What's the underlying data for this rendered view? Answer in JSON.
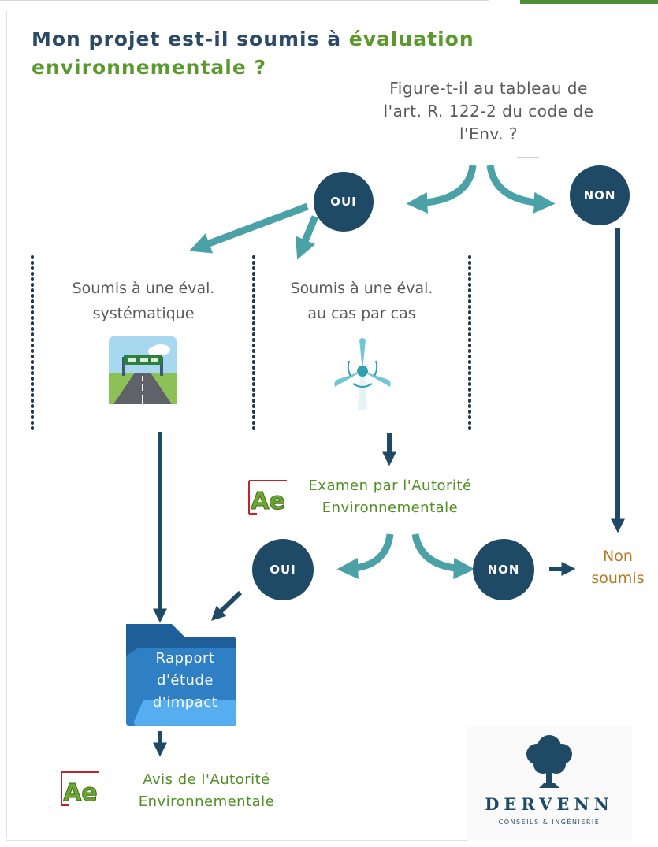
{
  "title_part1": "Mon projet est-il soumis à",
  "title_accent": "évaluation",
  "title_line2": "environnementale ?",
  "question_line1": "Figure-t-il au tableau de",
  "question_line2": "l'art. R. 122-2 du code de",
  "question_line3": "l'Env. ?",
  "oui_top": "OUI",
  "non_top": "NON",
  "systematic_line1": "Soumis à une éval.",
  "systematic_line2": "systématique",
  "casparcas_line1": "Soumis à une éval.",
  "casparcas_line2": "au cas par cas",
  "exam_line1": "Examen par l'Autorité",
  "exam_line2": "Environnementale",
  "oui_bottom": "OUI",
  "non_bottom": "NON",
  "nonsoumis_line1": "Non",
  "nonsoumis_line2": "soumis",
  "report_line1": "Rapport",
  "report_line2": "d'étude",
  "report_line3": "d'impact",
  "avis_line1": "Avis de l'Autorité",
  "avis_line2": "Environnementale",
  "logo_name": "DERVENN",
  "logo_tagline": "CONSEILS & INGÉNIERIE",
  "ae_logo_text": "Ae",
  "colors": {
    "dark_blue": "#1e4a66",
    "teal": "#4aa2a6",
    "green": "#5a9a2c",
    "orange": "#b57a22",
    "folder_blue": "#2e7fc4"
  },
  "icons": [
    "highway-icon",
    "wind-turbine-icon",
    "folder-icon",
    "tree-logo-icon"
  ]
}
